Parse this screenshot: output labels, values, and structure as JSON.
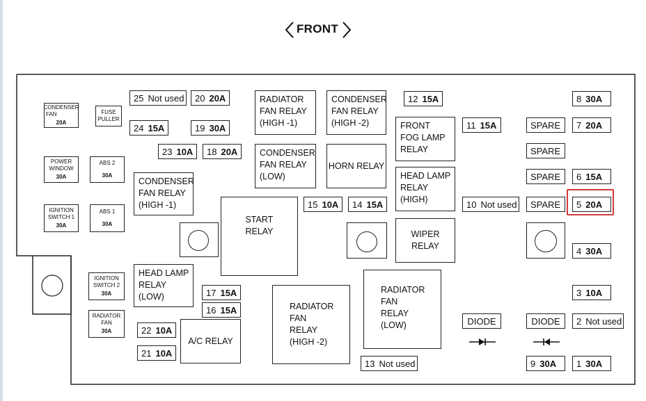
{
  "header": {
    "title": "FRONT"
  },
  "small_fuses": [
    {
      "id": "condenser-fan",
      "lines": [
        "CONDENSER",
        "FAN"
      ],
      "amp": "20A"
    },
    {
      "id": "fuse-puller",
      "lines": [
        "FUSE",
        "PULLER"
      ],
      "amp": ""
    },
    {
      "id": "power-window",
      "lines": [
        "POWER",
        "WINDOW"
      ],
      "amp": "30A"
    },
    {
      "id": "abs-2",
      "lines": [
        "ABS 2"
      ],
      "amp": "30A"
    },
    {
      "id": "ignition-switch-1",
      "lines": [
        "IGNITION",
        "SWITCH 1"
      ],
      "amp": "30A"
    },
    {
      "id": "abs-1",
      "lines": [
        "ABS 1"
      ],
      "amp": "30A"
    },
    {
      "id": "ignition-switch-2",
      "lines": [
        "IGNITION",
        "SWITCH 2"
      ],
      "amp": "30A"
    },
    {
      "id": "radiator-fan",
      "lines": [
        "RADIATOR",
        "FAN"
      ],
      "amp": "30A"
    }
  ],
  "fuses": [
    {
      "id": "f25",
      "num": "25",
      "value": "Not used"
    },
    {
      "id": "f20",
      "num": "20",
      "value": "20A"
    },
    {
      "id": "f24",
      "num": "24",
      "value": "15A"
    },
    {
      "id": "f19",
      "num": "19",
      "value": "30A"
    },
    {
      "id": "f23",
      "num": "23",
      "value": "10A"
    },
    {
      "id": "f18",
      "num": "18",
      "value": "20A"
    },
    {
      "id": "f12",
      "num": "12",
      "value": "15A"
    },
    {
      "id": "f11",
      "num": "11",
      "value": "15A"
    },
    {
      "id": "f15",
      "num": "15",
      "value": "10A"
    },
    {
      "id": "f14",
      "num": "14",
      "value": "15A"
    },
    {
      "id": "f10",
      "num": "10",
      "value": "Not used"
    },
    {
      "id": "f17",
      "num": "17",
      "value": "15A"
    },
    {
      "id": "f16",
      "num": "16",
      "value": "15A"
    },
    {
      "id": "f22",
      "num": "22",
      "value": "10A"
    },
    {
      "id": "f21",
      "num": "21",
      "value": "10A"
    },
    {
      "id": "f13",
      "num": "13",
      "value": "Not used"
    },
    {
      "id": "f8",
      "num": "8",
      "value": "30A"
    },
    {
      "id": "f7",
      "num": "7",
      "value": "20A"
    },
    {
      "id": "f6",
      "num": "6",
      "value": "15A"
    },
    {
      "id": "f5",
      "num": "5",
      "value": "20A"
    },
    {
      "id": "f4",
      "num": "4",
      "value": "30A"
    },
    {
      "id": "f3",
      "num": "3",
      "value": "10A"
    },
    {
      "id": "f2",
      "num": "2",
      "value": "Not used"
    },
    {
      "id": "f9",
      "num": "9",
      "value": "30A"
    },
    {
      "id": "f1",
      "num": "1",
      "value": "30A"
    }
  ],
  "spares": [
    "SPARE",
    "SPARE",
    "SPARE",
    "SPARE"
  ],
  "relays": [
    {
      "id": "radiator-fan-relay-high-1",
      "lines": [
        "RADIATOR",
        "FAN RELAY",
        "(HIGH -1)"
      ]
    },
    {
      "id": "condenser-fan-relay-high-2",
      "lines": [
        "CONDENSER",
        "FAN RELAY",
        "(HIGH -2)"
      ]
    },
    {
      "id": "front-fog-lamp-relay",
      "lines": [
        "FRONT",
        "FOG LAMP",
        "RELAY"
      ]
    },
    {
      "id": "condenser-fan-relay-low",
      "lines": [
        "CONDENSER",
        "FAN RELAY",
        "(LOW)"
      ]
    },
    {
      "id": "horn-relay",
      "lines": [
        "HORN RELAY"
      ]
    },
    {
      "id": "condenser-fan-relay-high-1",
      "lines": [
        "CONDENSER",
        "FAN RELAY",
        "(HIGH -1)"
      ]
    },
    {
      "id": "head-lamp-relay-high",
      "lines": [
        "HEAD LAMP",
        "RELAY",
        "(HIGH)"
      ]
    },
    {
      "id": "start-relay",
      "lines": [
        "START",
        "RELAY"
      ]
    },
    {
      "id": "wiper-relay",
      "lines": [
        "WIPER",
        "RELAY"
      ]
    },
    {
      "id": "head-lamp-relay-low",
      "lines": [
        "HEAD LAMP",
        "RELAY",
        "(LOW)"
      ]
    },
    {
      "id": "radiator-fan-relay-low",
      "lines": [
        "RADIATOR",
        "FAN",
        "RELAY",
        "(LOW)"
      ]
    },
    {
      "id": "radiator-fan-relay-high-2",
      "lines": [
        "RADIATOR",
        "FAN",
        "RELAY",
        "(HIGH -2)"
      ]
    },
    {
      "id": "ac-relay",
      "lines": [
        "A/C RELAY"
      ]
    }
  ],
  "diodes": [
    "DIODE",
    "DIODE"
  ],
  "highlight": {
    "color": "#d23a3a",
    "target": "fuse 5 20A"
  }
}
